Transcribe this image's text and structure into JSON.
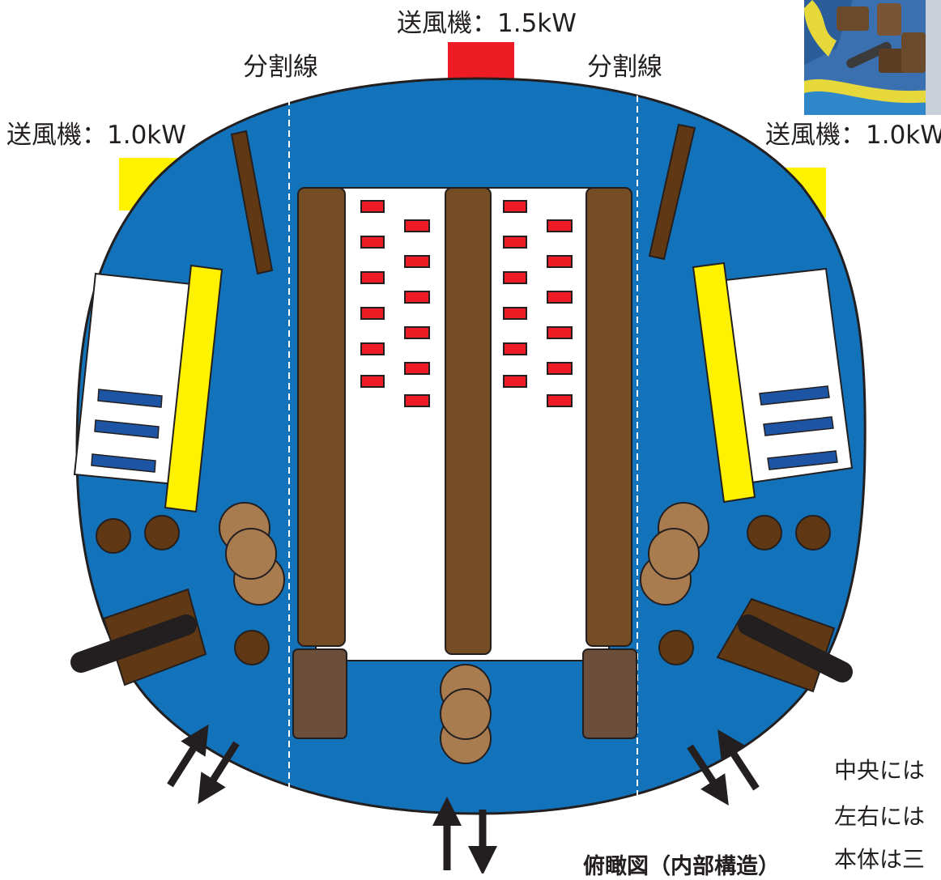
{
  "labels": {
    "blower_top": "送風機：1.5kW",
    "blower_left": "送風機：1.0kW",
    "blower_right": "送風機：1.0kW",
    "divider_left": "分割線",
    "divider_right": "分割線",
    "caption": "俯瞰図（内部構造）"
  },
  "notes": [
    "中央には",
    "左右には",
    "本体は三"
  ],
  "colors": {
    "body": "#1273bb",
    "wood": "#754c24",
    "blower_center": "#ed1c24",
    "blower_side": "#fff200",
    "barrel": "#a97c50",
    "dark_post": "#603813"
  },
  "photo": {
    "description_icon": "inflatable-pirate-ship-photo"
  }
}
